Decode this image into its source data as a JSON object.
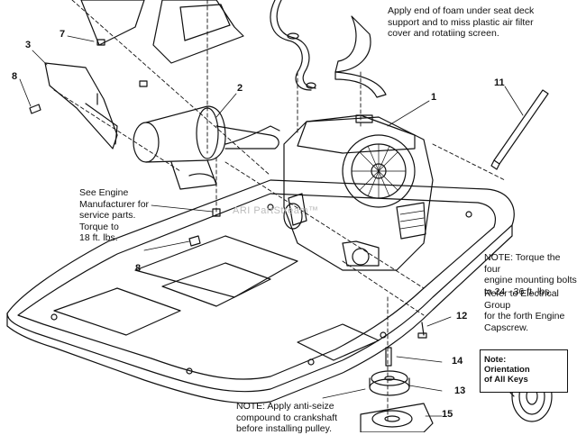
{
  "notes": {
    "foam": "Apply end of foam under seat deck\nsupport and to miss plastic air filter\ncover and rotatiing screen.",
    "engine_service": "See Engine\nManufacturer for\nservice parts.\nTorque to\n18 ft. lbs.",
    "torque_bolts": "NOTE: Torque the four\nengine mounting bolts\nto 24 - 36 ft. lbs.",
    "electrical": "Refer to Electrical Group\nfor the forth Engine\nCapscrew.",
    "anti_seize": "NOTE: Apply anti-seize\ncompound to crankshaft\nbefore installing pulley.",
    "keys_label": "Note:\nOrientation\nof All Keys"
  },
  "callouts": {
    "c1": "1",
    "c2": "2",
    "c3": "3",
    "c7": "7",
    "c8a": "8",
    "c8b": "8",
    "c11": "11",
    "c12": "12",
    "c13": "13",
    "c14": "14",
    "c15": "15"
  },
  "watermark": "ARI PartStream™"
}
